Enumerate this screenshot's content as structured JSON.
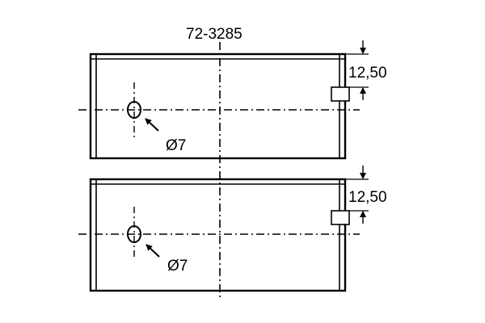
{
  "part_number": "72-3285",
  "bearings": [
    {
      "id": "upper",
      "dimension_label": "12,50",
      "hole_label": "Ø7"
    },
    {
      "id": "lower",
      "dimension_label": "12,50",
      "hole_label": "Ø7"
    }
  ],
  "colors": {
    "line": "#000000",
    "background": "#ffffff"
  }
}
